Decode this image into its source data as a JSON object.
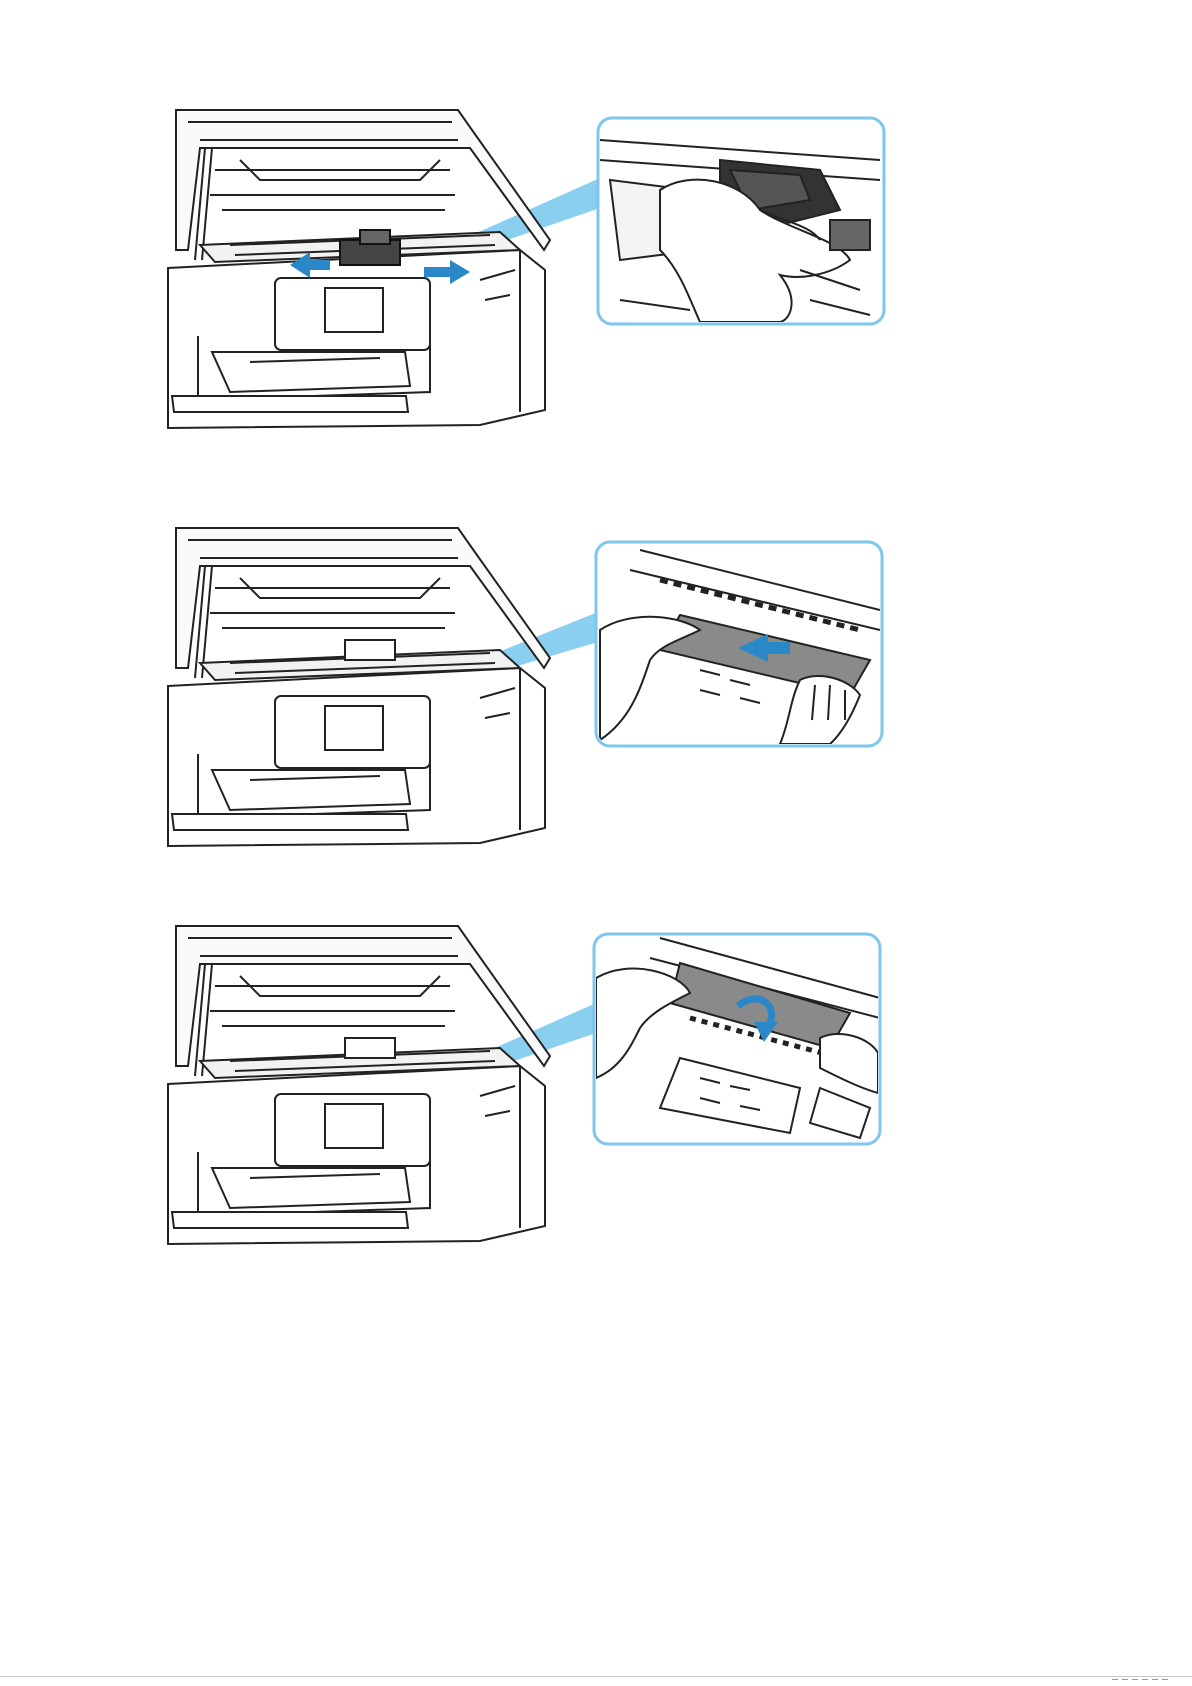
{
  "document": {
    "steps": [
      {
        "id": "move-print-head-holder",
        "arrow_color": "#2a87c8",
        "callout_border_color": "#7fc6ee"
      },
      {
        "id": "pull-out-jammed-paper",
        "arrow_color": "#2a87c8",
        "callout_border_color": "#7fc6ee"
      },
      {
        "id": "roll-up-jammed-paper",
        "arrow_color": "#2a87c8",
        "callout_border_color": "#7fc6ee"
      }
    ],
    "icons": {
      "printer": "printer-open-scanner-unit-illustration",
      "callout": "magnified-detail-callout",
      "arrow": "direction-arrow"
    }
  }
}
